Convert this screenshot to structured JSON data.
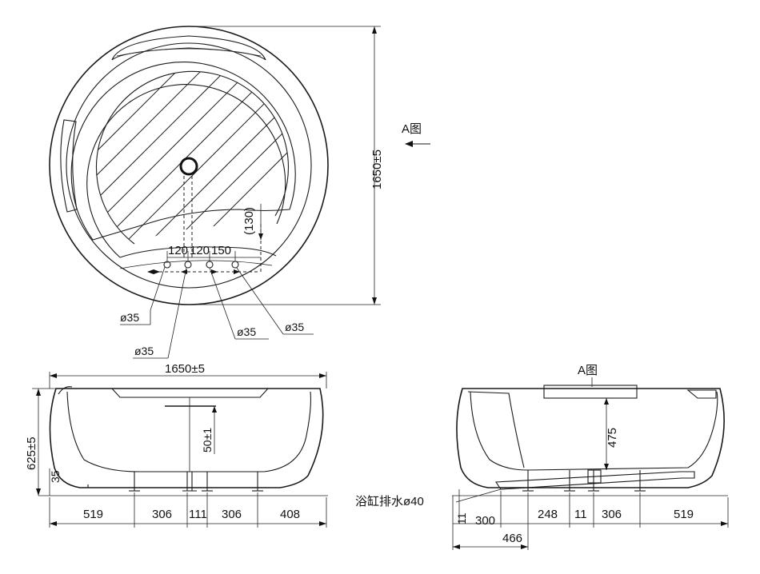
{
  "top_view": {
    "overall_diameter": "1650±5",
    "view_label": "A图",
    "offset_label": "(130)",
    "spacing_labels": [
      "120",
      "120",
      "150"
    ],
    "hole_labels": [
      "ø35",
      "ø35",
      "ø35",
      "ø35"
    ]
  },
  "front_view": {
    "overall_width": "1650±5",
    "height": "625±5",
    "faucet_height": "50±1",
    "base_height": "35",
    "bottom_dims": [
      "519",
      "306",
      "111",
      "306",
      "408"
    ]
  },
  "side_view": {
    "view_label": "A图",
    "depth": "475",
    "drain_label": "浴缸排水ø40",
    "drain_height": "11",
    "bottom_dims": [
      "300",
      "248",
      "11",
      "306",
      "519"
    ],
    "lower_dim": "466"
  }
}
